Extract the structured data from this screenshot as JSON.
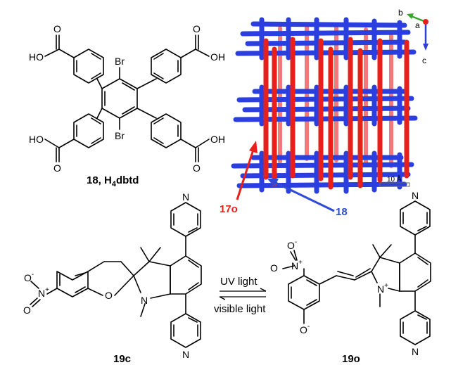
{
  "compound18": {
    "label_num": "18, H",
    "label_sub": "4",
    "label_rest": "dbtd",
    "acid": "HO",
    "acid_right": "OH",
    "oxygen": "O",
    "bromine": "Br"
  },
  "framework": {
    "label_pillar": "17o",
    "label_layer": "18",
    "axes": {
      "a": "a",
      "b": "b",
      "c": "c"
    },
    "scale_text": "10 Å",
    "colors": {
      "layer": "#2233d6",
      "pillar": "#e8201c",
      "pillar_light": "#f06a6a"
    }
  },
  "compound19c": {
    "label": "19c",
    "nitro_n": "N",
    "nitro_plus": "+",
    "nitro_o": "O",
    "nitro_minus": "-",
    "ring_o": "O",
    "ring_n": "N",
    "pyridine_n": "N"
  },
  "conditions": {
    "forward": "UV light",
    "reverse": "visible light"
  },
  "compound19o": {
    "label": "19o",
    "nitro_n": "N",
    "nitro_plus": "+",
    "nitro_o": "O",
    "nitro_minus": "-",
    "phenolate_o": "O",
    "phenolate_minus": "-",
    "indolium_n": "N",
    "indolium_plus": "+",
    "pyridine_n": "N"
  }
}
